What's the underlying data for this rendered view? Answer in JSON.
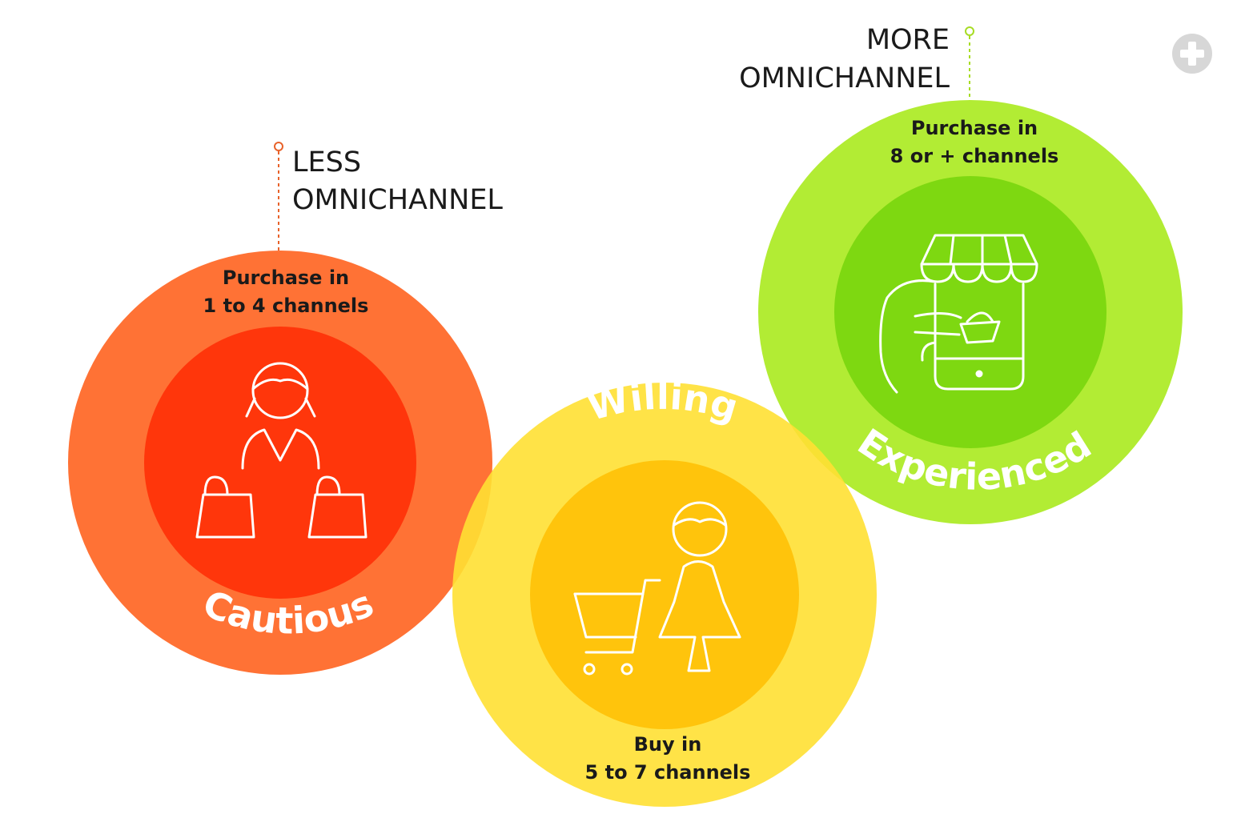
{
  "less_label": {
    "line1": "LESS",
    "line2": "OMNICHANNEL",
    "color": "#e8622a"
  },
  "more_label": {
    "line1": "MORE",
    "line2": "OMNICHANNEL",
    "color": "#a7dc24"
  },
  "segments": {
    "cautious": {
      "name": "Cautious",
      "desc_line1": "Purchase in",
      "desc_line2": "1 to 4 channels",
      "outer_color": "#ff7235",
      "inner_color": "#ff360b",
      "icon": "woman-shopping-bags-icon"
    },
    "willing": {
      "name": "Willing",
      "desc_line1": "Buy in",
      "desc_line2": "5 to 7 channels",
      "outer_color": "#ffe033",
      "inner_color": "#ffc40c",
      "icon": "person-shopping-cart-icon"
    },
    "experienced": {
      "name": "Experienced",
      "desc_line1": "Purchase in",
      "desc_line2": "8 or + channels",
      "outer_color": "#b2ec34",
      "inner_color": "#7ed811",
      "icon": "mobile-store-hand-icon"
    }
  },
  "expand_icon": "plus-circle-icon",
  "colors": {
    "text_dark": "#1a1a1a",
    "icon_stroke": "#ffffff",
    "expand": "#d7d7d7"
  }
}
